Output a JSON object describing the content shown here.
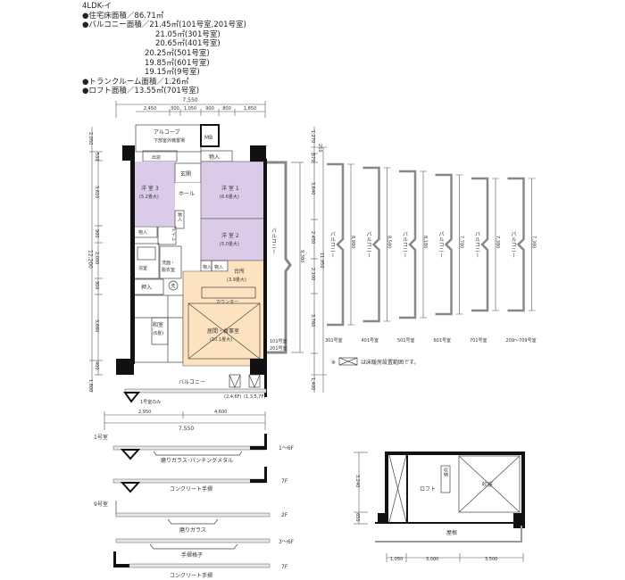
{
  "info": {
    "type": "4LDK-イ",
    "floor_area": "●住宅床面積／86.71㎡",
    "balcony_area": "●バルコニー面積／21.45㎡(101号室,201号室)",
    "balcony_301": "21.05㎡(301号室)",
    "balcony_401": "20.65㎡(401号室)",
    "balcony_501": "20.25㎡(501号室)",
    "balcony_601": "19.85㎡(601号室)",
    "balcony_9": "19.15㎡(9号室)",
    "trunk_room": "●トランクルーム面積／1.26㎡",
    "loft_area": "●ロフト面積／13.55㎡(701号室)"
  },
  "plan": {
    "alcove": "アルコーブ",
    "outdoor_unit": "下部室外機置場",
    "mb": "MB",
    "bay_window": "出窓",
    "storage": "物入",
    "entrance": "玄関",
    "hall": "ホール",
    "western3": "洋 室 3",
    "western3_size": "(5.2畳大)",
    "western1": "洋 室 1",
    "western1_size": "(6.6畳大)",
    "western2": "洋 室 2",
    "western2_size": "(5.0畳大)",
    "toilet": "トイレ",
    "bath": "浴室",
    "washroom": "洗面・",
    "washroom2": "脱衣室",
    "washer": "洗",
    "closet": "押入",
    "japanese": "和室",
    "japanese_size": "(6畳)",
    "kitchen": "台所",
    "kitchen_size": "(3.9畳大)",
    "counter": "カウンター",
    "living": "居間・食事室",
    "living_size": "(10.1畳大)",
    "balcony": "バルコニー",
    "side_balcony": "バルコニー",
    "room_101_201": "101号室",
    "room_101_201b": "201号室",
    "unit_a": "(2,4,6F)",
    "unit_b": "(1,3,5,7F)",
    "note_1": "1号室のみ"
  },
  "dims": {
    "top_total": "7,550",
    "top": [
      "2,450",
      "500",
      "1,050",
      "900",
      "800",
      "1,850"
    ],
    "left_total": "12,200",
    "left": [
      "2,050",
      "530",
      "3,610",
      "900",
      "2,000",
      "900",
      "3,660",
      "400",
      "1,800"
    ],
    "right_balcony": "9,380",
    "right": [
      "1,270",
      "250",
      "570",
      "3,640",
      "2,450",
      "2,100",
      "3,760",
      "1,400"
    ],
    "right_total": "11,950",
    "bottom": [
      "2,950",
      "4,600"
    ],
    "bottom_total": "7,550"
  },
  "balconies": [
    {
      "room": "301号室",
      "length": "8,980",
      "label": "バルコニー"
    },
    {
      "room": "401号室",
      "length": "8,580",
      "label": "バルコニー"
    },
    {
      "room": "501号室",
      "length": "8,180",
      "label": "バルコニー"
    },
    {
      "room": "601号室",
      "length": "7,780",
      "label": "バルコニー"
    },
    {
      "room": "701号室",
      "length": "7,380",
      "label": "バルコニー"
    },
    {
      "room": "209～709号室",
      "length": "7,380",
      "label": "バルコニー"
    }
  ],
  "legend_note_prefix": "※",
  "legend_note": "は床暖房設置範囲です。",
  "railings": {
    "room1": "1号室",
    "room9": "9号室",
    "r1_floors_a": "1～6F",
    "r1_label_a": "磨りガラス･パンチングメタル",
    "r1_floors_b": "7F",
    "r1_label_b": "コンクリート手摺",
    "r9_floors_a": "2F",
    "r9_label_a": "磨りガラス",
    "r9_floors_b": "3～6F",
    "r9_label_b": "手摺格子",
    "r9_floors_c": "7F",
    "r9_label_c": "コンクリート手摺"
  },
  "loft": {
    "label": "ロフト",
    "void": "吹抜",
    "storage": "収納",
    "roof": "屋根",
    "dims_v": [
      "3,240",
      "650"
    ],
    "dims_h": [
      "1,050",
      "3,000",
      "3,500"
    ]
  },
  "colors": {
    "western": "#dccbe8",
    "japanese": "#d4e9c6",
    "living": "#fde2c0",
    "kitchen": "#fbe0bb"
  }
}
